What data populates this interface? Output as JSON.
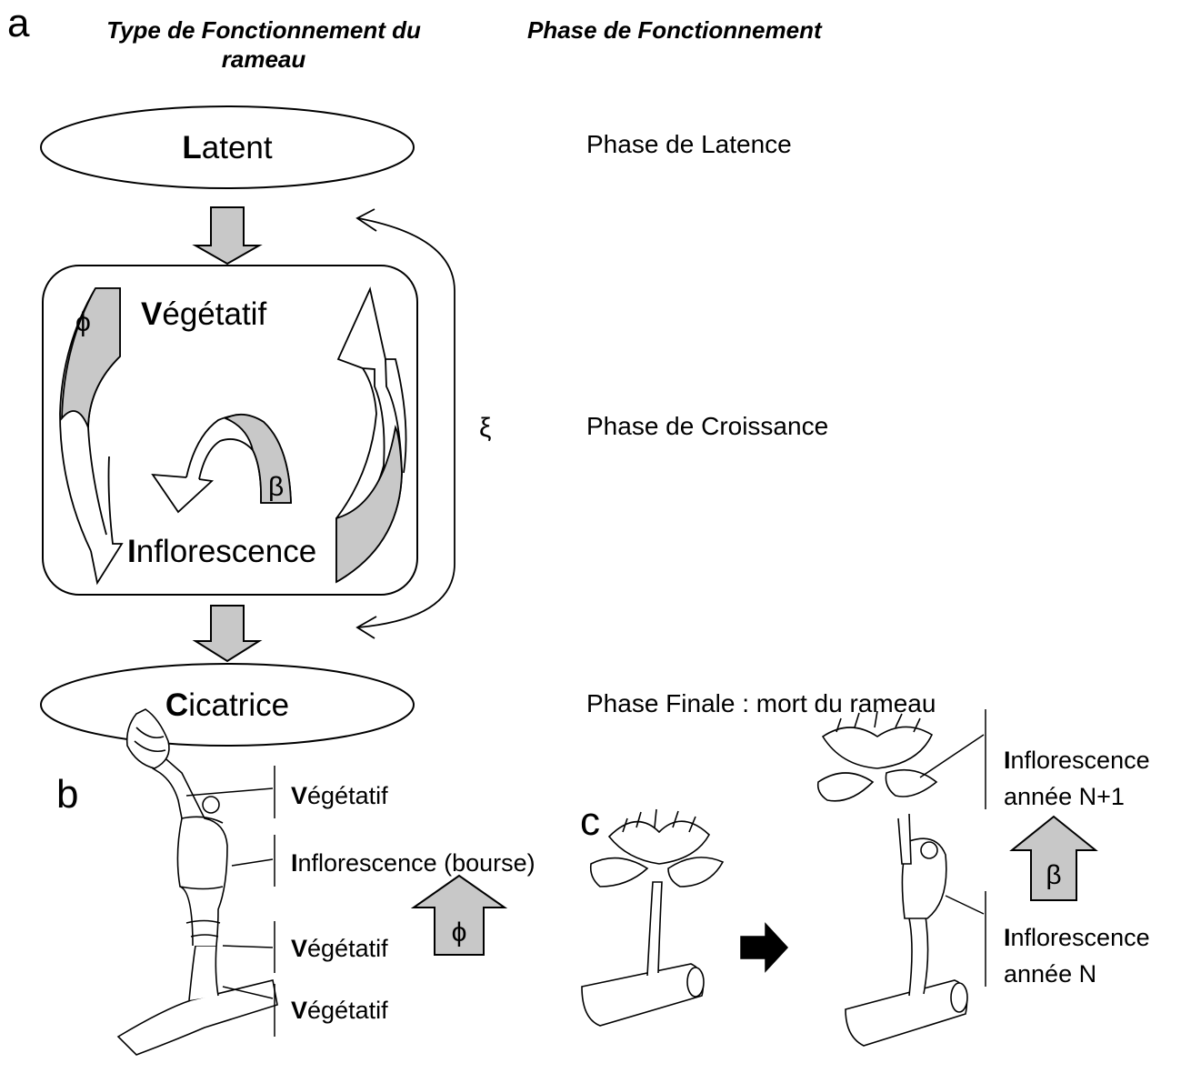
{
  "panel_a": {
    "letter": "a",
    "header_left_line1": "Type de Fonctionnement du",
    "header_left_line2": "rameau",
    "header_right": "Phase de Fonctionnement",
    "nodes": {
      "latent": {
        "initial": "L",
        "rest": "atent"
      },
      "vegetatif": {
        "initial": "V",
        "rest": "égétatif"
      },
      "inflorescence": {
        "initial": "I",
        "rest": "nflorescence"
      },
      "cicatrice": {
        "initial": "C",
        "rest": "icatrice"
      }
    },
    "phases": {
      "latence": "Phase de Latence",
      "croissance": "Phase de Croissance",
      "finale": "Phase Finale : mort du rameau"
    },
    "symbols": {
      "phi": "ϕ",
      "beta": "β",
      "xi": "ξ"
    }
  },
  "panel_b": {
    "letter": "b",
    "labels": [
      {
        "initial": "V",
        "rest": "égétatif"
      },
      {
        "initial": "I",
        "rest": "nflorescence (bourse)"
      },
      {
        "initial": "V",
        "rest": "égétatif"
      },
      {
        "initial": "V",
        "rest": "égétatif"
      }
    ],
    "arrow_symbol": "ϕ"
  },
  "panel_c": {
    "letter": "c",
    "label_top": {
      "initial": "I",
      "rest1": "nflorescence",
      "line2": "année N+1"
    },
    "label_bottom": {
      "initial": "I",
      "rest1": "nflorescence",
      "line2": "année N"
    },
    "arrow_symbol": "β"
  },
  "colors": {
    "arrow_fill": "#c8c8c8",
    "stroke": "#000000"
  }
}
